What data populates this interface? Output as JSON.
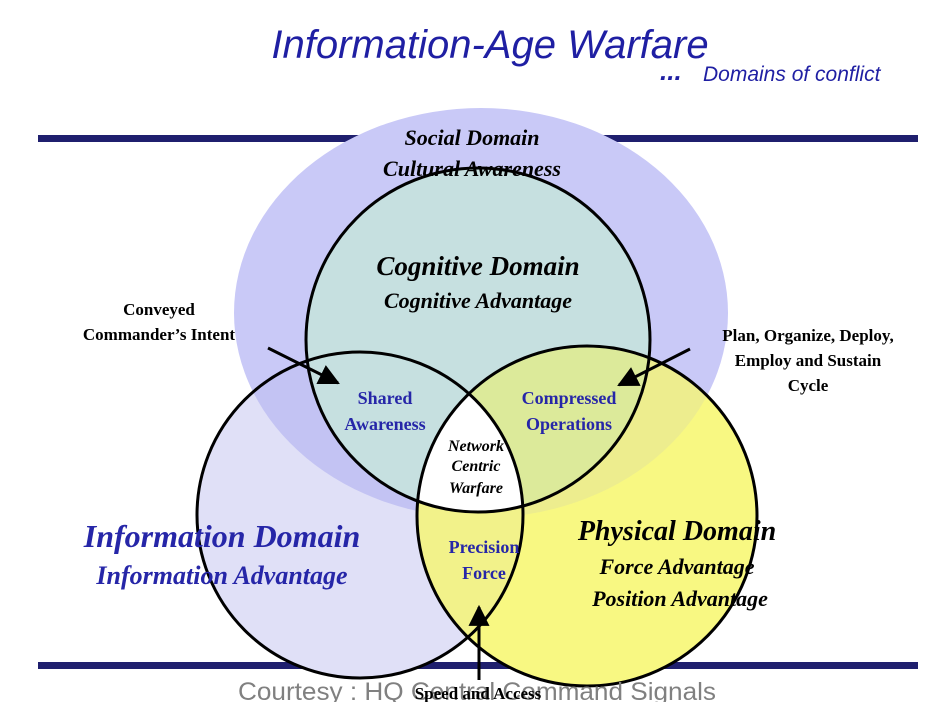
{
  "title": "Information-Age Warfare",
  "subtitle_dots": "...",
  "subtitle": "Domains of conflict",
  "domains": {
    "social": {
      "line1": "Social Domain",
      "line2": "Cultural Awareness"
    },
    "cognitive": {
      "line1": "Cognitive Domain",
      "line2": "Cognitive Advantage"
    },
    "information": {
      "line1": "Information Domain",
      "line2": "Information Advantage"
    },
    "physical": {
      "line1": "Physical Domain",
      "line2": "Force Advantage",
      "line3": "Position Advantage"
    }
  },
  "overlaps": {
    "shared": {
      "line1": "Shared",
      "line2": "Awareness"
    },
    "compressed": {
      "line1": "Compressed",
      "line2": "Operations"
    },
    "precision": {
      "line1": "Precision",
      "line2": "Force"
    },
    "center": {
      "line1": "Network",
      "line2": "Centric",
      "line3": "Warfare"
    }
  },
  "annotations": {
    "intent": {
      "line1": "Conveyed",
      "line2": "Commander’s Intent"
    },
    "cycle": {
      "line1": "Plan, Organize, Deploy,",
      "line2": "Employ and Sustain",
      "line3": "Cycle"
    },
    "speed": "Speed and Access"
  },
  "courtesy": "Courtesy : HQ Central Command Signals",
  "colors": {
    "rule": "#1f1f6e",
    "social_fill": "#c9c9f7",
    "cognitive_fill": "#c6e0e0",
    "information_fill": "#e0e0f7",
    "physical_fill": "#f8f882",
    "title": "#1f1fa3",
    "overlap_text": "#2626a8"
  }
}
